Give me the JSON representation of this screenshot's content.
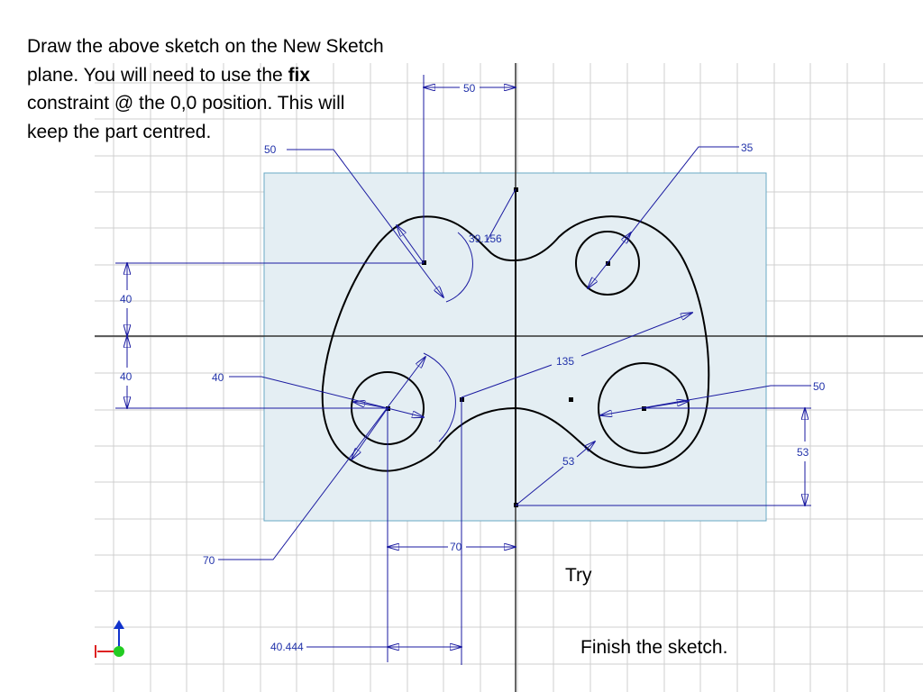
{
  "instruction": {
    "part1": "Draw the above sketch on the New Sketch plane. You will need to use the ",
    "bold": "fix",
    "part2": " constraint @ the 0,0 position. This will keep the part centred."
  },
  "notes": {
    "try": "Try",
    "finish": "Finish the sketch."
  },
  "dimensions": {
    "top_width": "50",
    "top_left_radius": "50",
    "upper_hole_radius": "35",
    "neck_radius": "39.156",
    "upper_height": "40",
    "lower_height": "40",
    "left_radius": "40",
    "outer_arc_radius": "135",
    "right_hole_diameter": "50",
    "bottom_radius": "53",
    "right_height": "53",
    "lower_left_radius": "70",
    "bottom_width": "70",
    "bottom_offset": "40.444"
  },
  "colors": {
    "grid": "#cfcfcf",
    "sheet_fill": "#e4eef3",
    "sheet_border": "#6aa9c4",
    "dimension": "#1a1aa0",
    "profile": "#000000"
  }
}
